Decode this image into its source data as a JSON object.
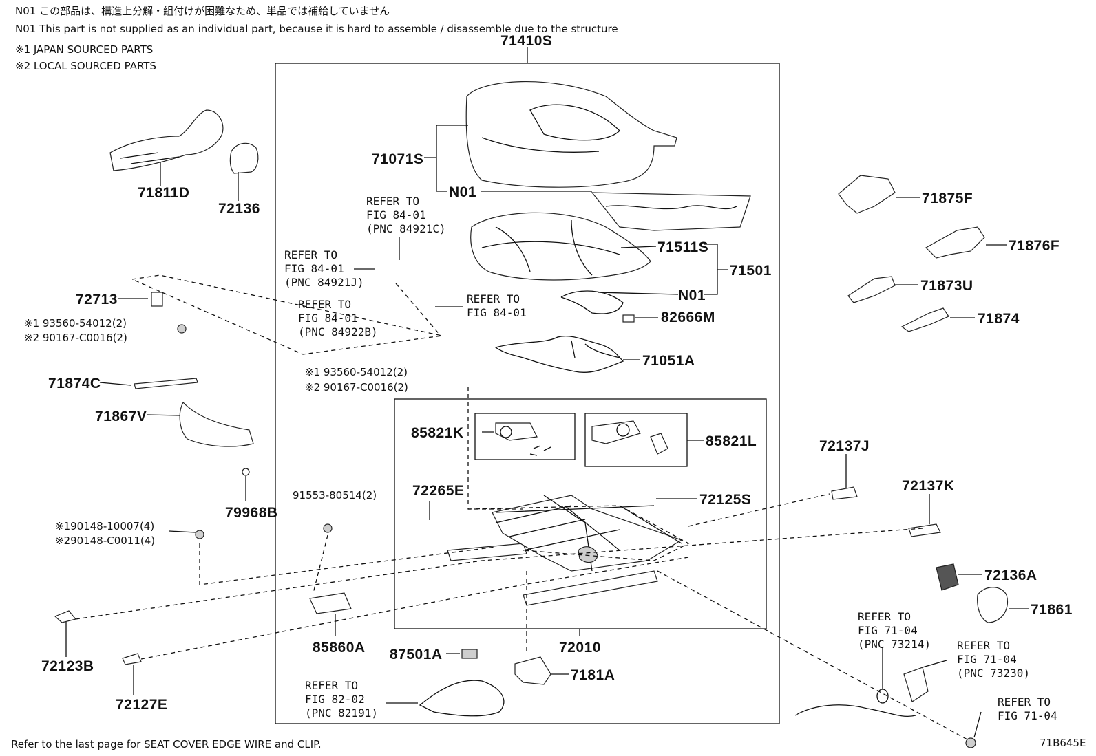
{
  "notes": {
    "n01_jp": "N01 この部品は、構造上分解・組付けが困難なため、単品では補給していません",
    "n01_en": "N01 This part is not supplied as an individual part, because it is hard to assemble / disassemble due to the structure",
    "japan": "※1  JAPAN SOURCED PARTS",
    "local": "※2  LOCAL SOURCED PARTS"
  },
  "footer": {
    "refer": "Refer to the last page   for SEAT COVER EDGE WIRE and CLIP.",
    "code": "71B645E"
  },
  "labels": {
    "p71410S": "71410S",
    "p71071S": "71071S",
    "p71811D": "71811D",
    "p72136": "72136",
    "pN01a": "N01",
    "pN01b": "N01",
    "p71511S": "71511S",
    "p71501": "71501",
    "p82666M": "82666M",
    "p71051A": "71051A",
    "p72713": "72713",
    "p71874C": "71874C",
    "p71867V": "71867V",
    "p79968B": "79968B",
    "p85821K": "85821K",
    "p85821L": "85821L",
    "p72265E": "72265E",
    "p72125S": "72125S",
    "p72137J": "72137J",
    "p72137K": "72137K",
    "p72136A": "72136A",
    "p71861": "71861",
    "p72123B": "72123B",
    "p72127E": "72127E",
    "p85860A": "85860A",
    "p87501A": "87501A",
    "p72010": "72010",
    "p7181A": "7181A",
    "p71875F": "71875F",
    "p71876F": "71876F",
    "p71873U": "71873U",
    "p71874": "71874"
  },
  "subs": {
    "s1a": "※1 93560-54012(2)",
    "s1b": "※2 90167-C0016(2)",
    "s2a": "※1 93560-54012(2)",
    "s2b": "※2 90167-C0016(2)",
    "s3a": "※190148-10007(4)",
    "s3b": "※290148-C0011(4)",
    "s4": "91553-80514(2)"
  },
  "refs": {
    "r1": [
      "REFER TO",
      "FIG 84-01",
      "(PNC 84921C)"
    ],
    "r2": [
      "REFER TO",
      "FIG 84-01",
      "(PNC 84921J)"
    ],
    "r3": [
      "REFER TO",
      "FIG 84-01",
      "(PNC 84922B)"
    ],
    "r4": [
      "REFER TO",
      "FIG 84-01"
    ],
    "r5": [
      "REFER TO",
      "FIG 82-02",
      "(PNC 82191)"
    ],
    "r6": [
      "REFER TO",
      "FIG 71-04",
      "(PNC 73214)"
    ],
    "r7": [
      "REFER TO",
      "FIG 71-04",
      "(PNC 73230)"
    ],
    "r8": [
      "REFER TO",
      "FIG 71-04"
    ]
  }
}
